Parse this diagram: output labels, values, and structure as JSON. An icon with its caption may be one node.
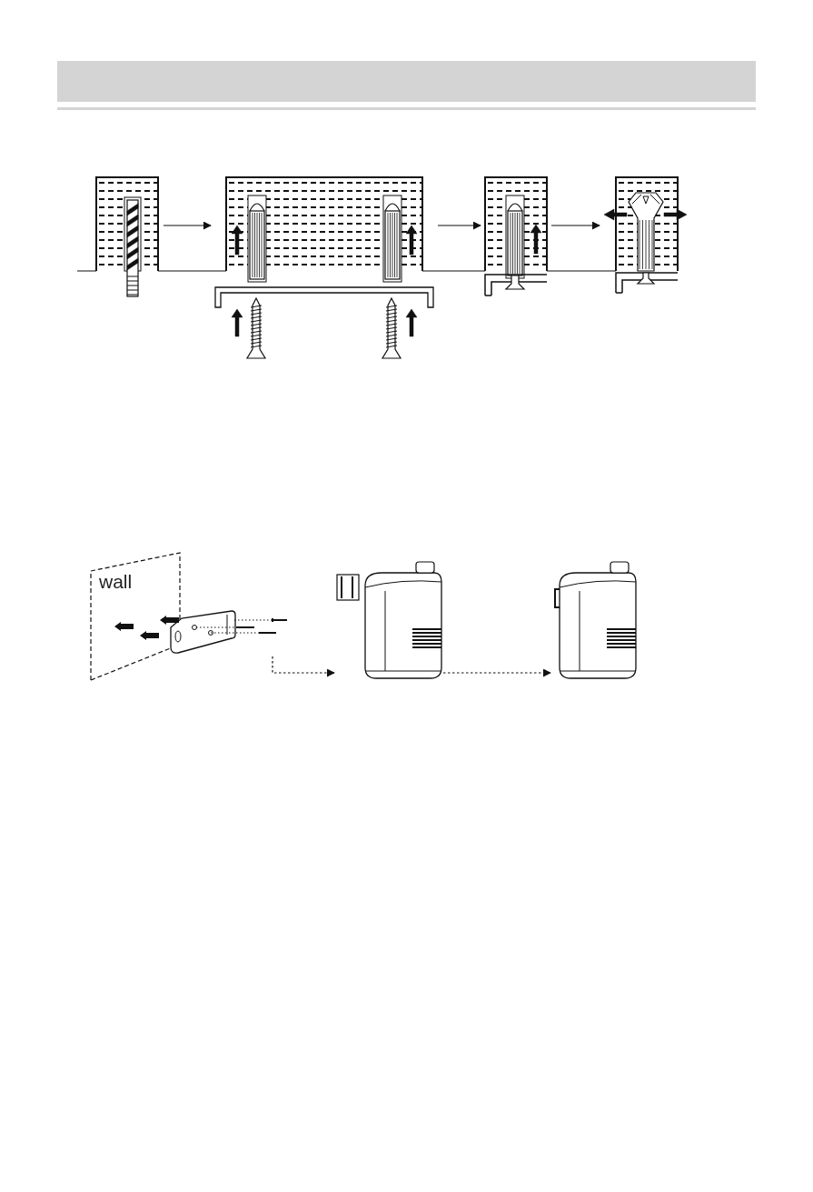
{
  "diagram": {
    "nodes": [
      {
        "text": [],
        "shape": "picture"
      },
      {
        "text": [],
        "shape": "picture"
      },
      {
        "text": [],
        "shape": "picture"
      },
      {
        "text": [],
        "shape": "picture"
      },
      {
        "text": [
          "wall"
        ]
      },
      {
        "text": [],
        "shape": "picture"
      },
      {
        "text": [],
        "shape": "picture"
      },
      {
        "text": [],
        "shape": "picture"
      }
    ],
    "edges": [
      {
        "from": 0,
        "to": 1,
        "arrow": "to"
      },
      {
        "from": 1,
        "to": 2,
        "arrow": "to"
      },
      {
        "from": 2,
        "to": 3,
        "arrow": "to"
      },
      {
        "from": 5,
        "to": 6,
        "arrow": "to",
        "style": "dashed"
      },
      {
        "from": 6,
        "to": 7,
        "arrow": "to",
        "style": "dashed"
      }
    ]
  }
}
